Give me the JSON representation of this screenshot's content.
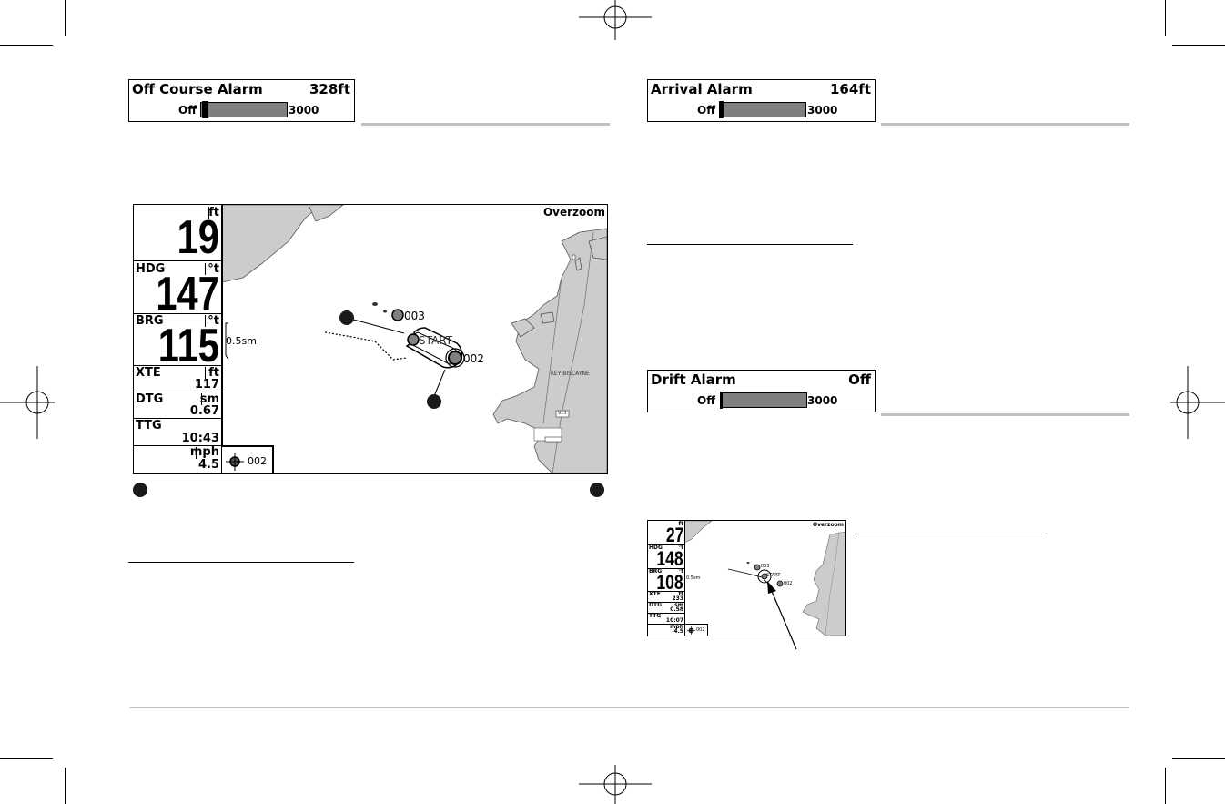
{
  "off_course_alarm": {
    "title": "Off Course Alarm",
    "value": "328ft",
    "min": "Off",
    "max": "3000",
    "level": 0.02
  },
  "arrival_alarm": {
    "title": "Arrival Alarm",
    "value": "164ft",
    "min": "Off",
    "max": "3000",
    "level": 0.01
  },
  "drift_alarm": {
    "title": "Drift Alarm",
    "value": "Off",
    "min": "Off",
    "max": "3000",
    "level": 0.0
  },
  "main_screen": {
    "mode_label": "Overzoom",
    "depth": {
      "unit": "ft",
      "value": "19"
    },
    "heading": {
      "label": "HDG",
      "unit": "°t",
      "value": "147"
    },
    "bearing": {
      "label": "BRG",
      "unit": "°t",
      "value": "115"
    },
    "xte": {
      "label": "XTE",
      "unit": "ft",
      "value": "117"
    },
    "dtg": {
      "label": "DTG",
      "unit": "sm",
      "value": "0.67"
    },
    "ttg": {
      "label": "TTG",
      "value": "10:43"
    },
    "speed": {
      "unit": "mph",
      "value": "4.5"
    },
    "scale": "0.5sm",
    "waypoint_003": "003",
    "waypoint_start": "START",
    "waypoint_002": "002",
    "active_waypoint": "002",
    "place_name": "KEY BISCAYNE",
    "road_number": "913"
  },
  "small_screen": {
    "mode_label": "Overzoom",
    "depth": {
      "unit": "ft",
      "value": "27"
    },
    "heading": {
      "label": "HDG",
      "unit": "°t",
      "value": "148"
    },
    "bearing": {
      "label": "BRG",
      "unit": "°t",
      "value": "108"
    },
    "xte": {
      "label": "XTE",
      "unit": "ft",
      "value": "233"
    },
    "dtg": {
      "label": "DTG",
      "unit": "sm",
      "value": "0.58"
    },
    "ttg": {
      "label": "TTG",
      "value": "10:07"
    },
    "speed": {
      "unit": "mph",
      "value": "4.5"
    },
    "scale": "0.5sm",
    "waypoint_003": "003",
    "waypoint_start": "START",
    "waypoint_002": "002",
    "active_waypoint": "002"
  }
}
